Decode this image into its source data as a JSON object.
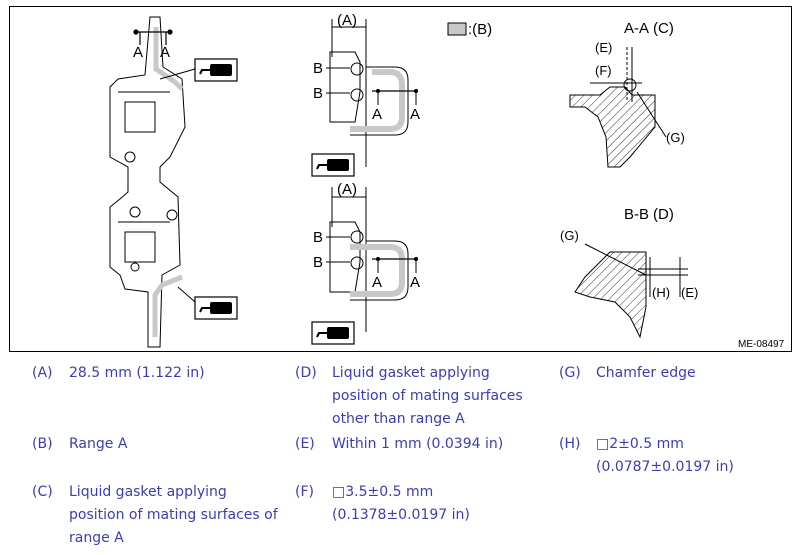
{
  "figure": {
    "code": "ME-08497",
    "labels": {
      "A": "A",
      "B": "B",
      "key_a": "(A)",
      "key_b": "(B)",
      "key_c": "(C)",
      "key_d": "(D)",
      "key_e": "(E)",
      "key_f": "(F)",
      "key_g": "(G)",
      "key_h": "(H)",
      "swatch_caption": ":(B)",
      "section_aa": "A-A",
      "section_bb": "B-B"
    }
  },
  "legend": [
    {
      "key": "(A)",
      "text": "28.5 mm (1.122 in)"
    },
    {
      "key": "(B)",
      "text": "Range A"
    },
    {
      "key": "(C)",
      "text": "Liquid gasket applying\nposition of mating surfaces of\nrange A"
    },
    {
      "key": "(D)",
      "text": "Liquid gasket applying\nposition of mating surfaces\nother than range A"
    },
    {
      "key": "(E)",
      "text": "Within 1 mm (0.0394 in)"
    },
    {
      "key": "(F)",
      "text": "□3.5±0.5 mm\n(0.1378±0.0197 in)"
    },
    {
      "key": "(G)",
      "text": "Chamfer edge"
    },
    {
      "key": "(H)",
      "text": "□2±0.5 mm\n(0.0787±0.0197 in)"
    }
  ],
  "colors": {
    "legend_text": "#3c3cb4",
    "gasket_fill": "#c8c8c8"
  }
}
